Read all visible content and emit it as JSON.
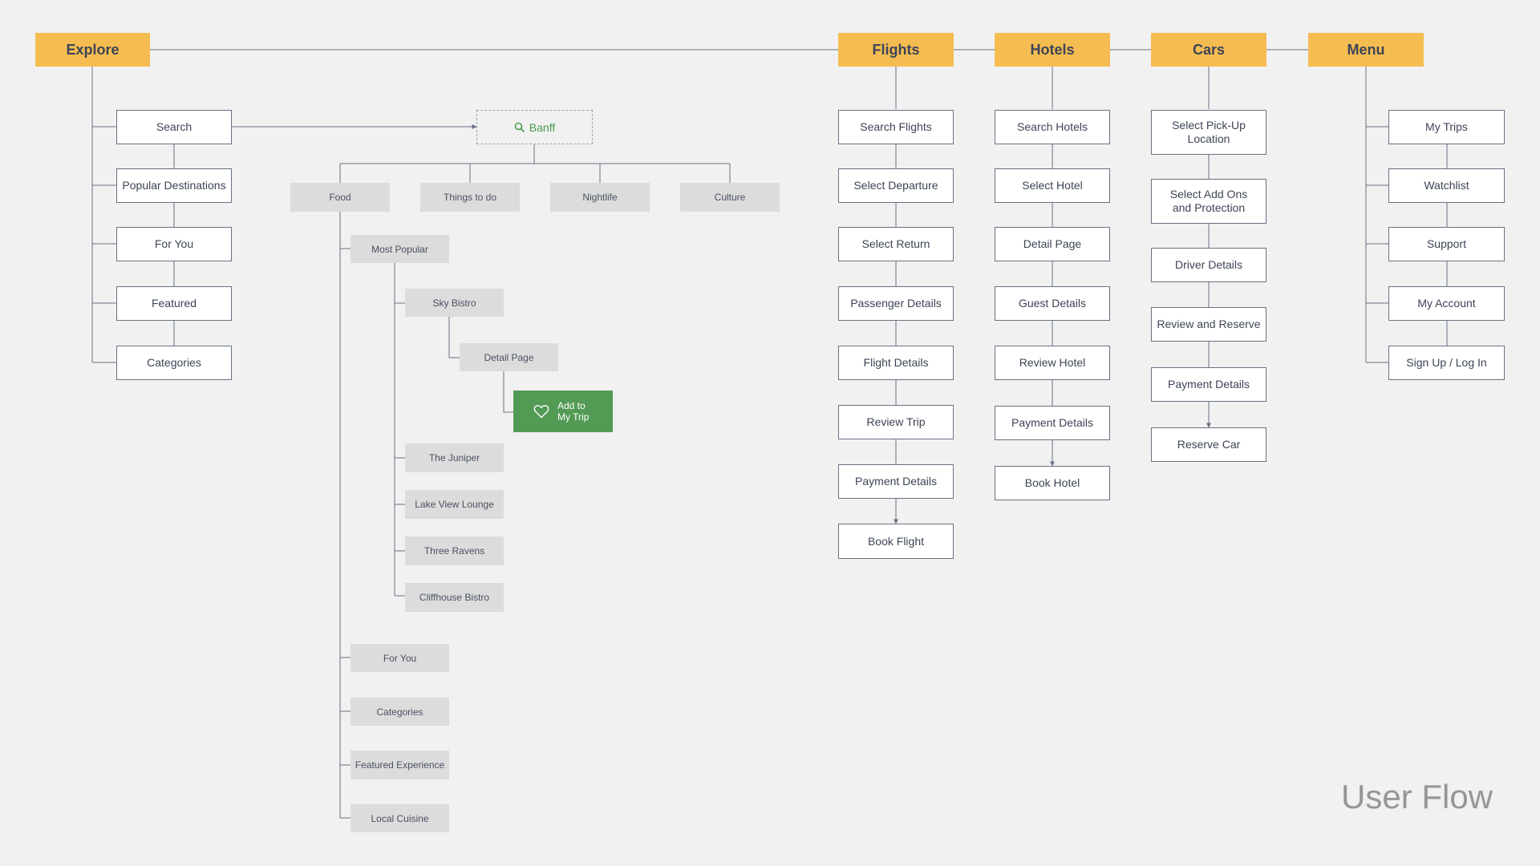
{
  "colors": {
    "category": "#f5bd51",
    "line": "#687182",
    "text": "#3d4456",
    "gray_node": "#dcdcdc",
    "action": "#539a54",
    "search_text": "#4a9a4f",
    "background": "#f1f1f1"
  },
  "categories": {
    "explore": "Explore",
    "flights": "Flights",
    "hotels": "Hotels",
    "cars": "Cars",
    "menu": "Menu"
  },
  "explore": {
    "search": "Search",
    "popular": "Popular Destinations",
    "for_you": "For You",
    "featured": "Featured",
    "categories": "Categories"
  },
  "search_branch": {
    "query": "Banff",
    "icon": "search-icon",
    "tabs": {
      "food": "Food",
      "things": "Things to do",
      "nightlife": "Nightlife",
      "culture": "Culture"
    },
    "most_popular": "Most Popular",
    "sky_bistro": "Sky Bistro",
    "detail_page": "Detail Page",
    "add_line1": "Add to",
    "add_line2": "My Trip",
    "add_icon": "heart-icon",
    "juniper": "The Juniper",
    "lake_view": "Lake View Lounge",
    "three_ravens": "Three Ravens",
    "cliffhouse": "Cliffhouse Bistro",
    "for_you": "For You",
    "categories": "Categories",
    "featured_experience": "Featured Experience",
    "local_cuisine": "Local Cuisine"
  },
  "flights": {
    "s1": "Search Flights",
    "s2": "Select Departure",
    "s3": "Select Return",
    "s4": "Passenger Details",
    "s5": "Flight Details",
    "s6": "Review Trip",
    "s7": "Payment Details",
    "s8": "Book Flight"
  },
  "hotels": {
    "s1": "Search Hotels",
    "s2": "Select Hotel",
    "s3": "Detail Page",
    "s4": "Guest Details",
    "s5": "Review Hotel",
    "s6": "Payment Details",
    "s7": "Book Hotel"
  },
  "cars": {
    "s1a": "Select Pick-Up",
    "s1b": "Location",
    "s2a": "Select Add Ons",
    "s2b": "and Protection",
    "s3": "Driver Details",
    "s4": "Review and Reserve",
    "s5": "Payment Details",
    "s6": "Reserve Car"
  },
  "menu": {
    "trips": "My Trips",
    "watchlist": "Watchlist",
    "support": "Support",
    "account": "My Account",
    "signup": "Sign Up / Log In"
  },
  "title": "User Flow"
}
